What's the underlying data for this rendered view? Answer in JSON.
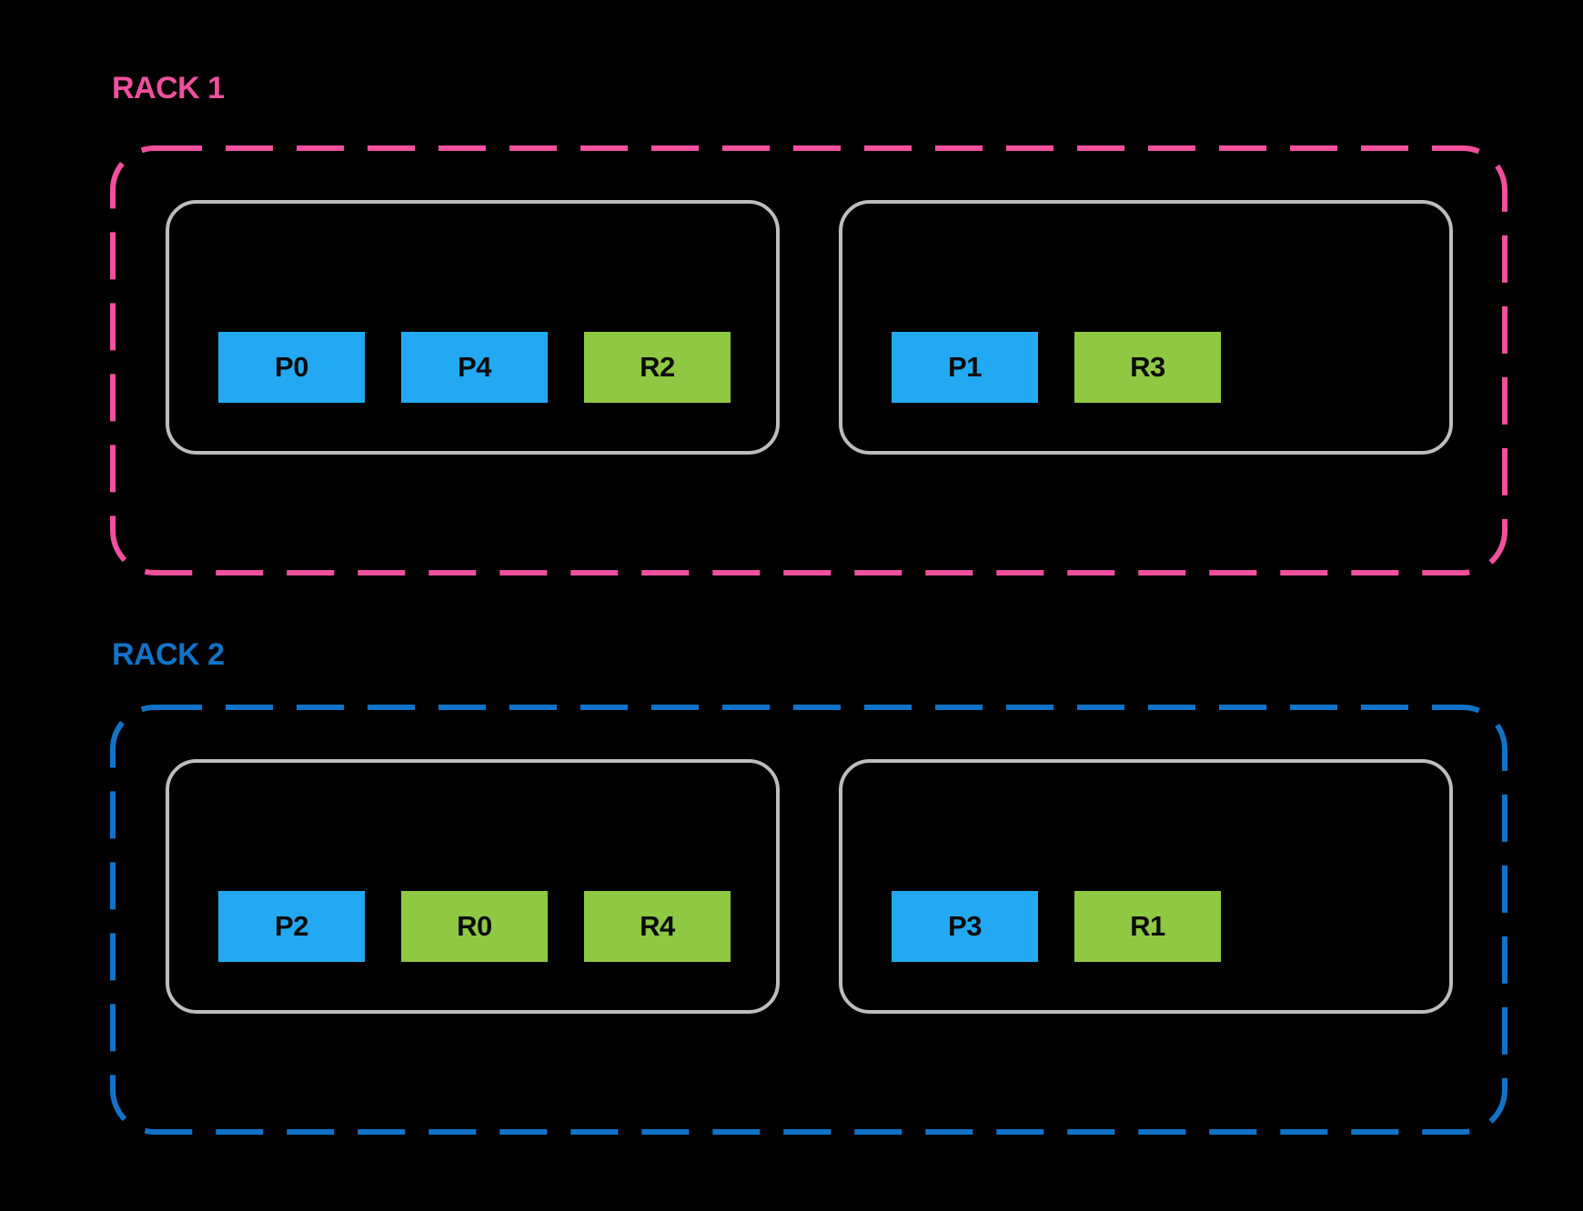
{
  "colors": {
    "background": "#000000",
    "rack1_accent": "#F0509E",
    "rack2_accent": "#1173C8",
    "host_border": "#BDBDBD",
    "block_blue": "#22A9F1",
    "block_green": "#8FC843",
    "block_text": "#0B0B0B"
  },
  "racks": [
    {
      "label": "RACK 1",
      "accent": "#F0509E",
      "hosts": [
        {
          "blocks": [
            {
              "label": "P0",
              "type": "blue"
            },
            {
              "label": "P4",
              "type": "blue"
            },
            {
              "label": "R2",
              "type": "green"
            }
          ]
        },
        {
          "blocks": [
            {
              "label": "P1",
              "type": "blue"
            },
            {
              "label": "R3",
              "type": "green"
            }
          ]
        }
      ]
    },
    {
      "label": "RACK 2",
      "accent": "#1173C8",
      "hosts": [
        {
          "blocks": [
            {
              "label": "P2",
              "type": "blue"
            },
            {
              "label": "R0",
              "type": "green"
            },
            {
              "label": "R4",
              "type": "green"
            }
          ]
        },
        {
          "blocks": [
            {
              "label": "P3",
              "type": "blue"
            },
            {
              "label": "R1",
              "type": "green"
            }
          ]
        }
      ]
    }
  ]
}
